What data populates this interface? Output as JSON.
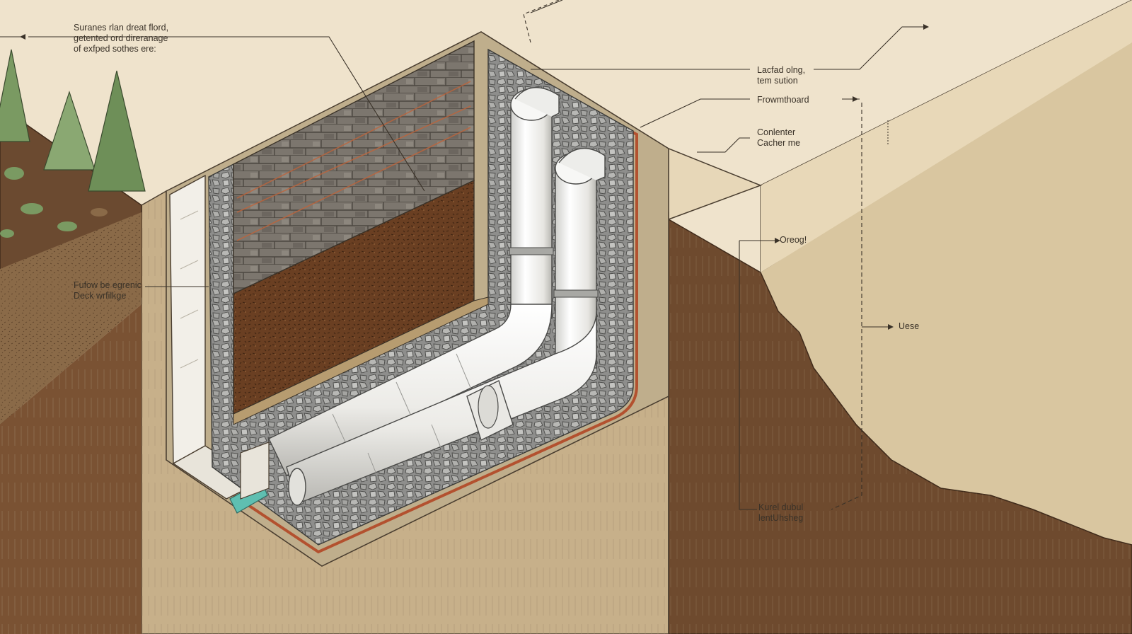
{
  "palette": {
    "sky": "#efe3cc",
    "soil_dark": "#6e4a2e",
    "soil_mid": "#8a6a48",
    "soil_tan": "#cbb592",
    "ground_band": "#a48a68",
    "stone_wall": "#7d766d",
    "gravel": "#9c9c9a",
    "fill_soil": "#6a3f22",
    "pipe": "#f2f1ee",
    "membrane": "#b3512f",
    "accent": "#5fbfb1",
    "line": "#3a3228",
    "tree": "#7a9a62"
  },
  "labels": {
    "top_left": "Suranes rlan dreat flord,\ngetented ord direranage\nof exfped sothes ere:",
    "left_mid": "Fufow be egrenic\nDeck wrfilkge",
    "right_1": "Lacfad olng,\ntem sution",
    "right_2": "Frowmthoard",
    "right_3": "Conlenter\nCacher me",
    "right_4": "Oreog!",
    "right_5": "Uese",
    "bottom_right": "Kurel dubul\nlentUhsheg",
    "top_arrow": "",
    "side_mark": ""
  }
}
